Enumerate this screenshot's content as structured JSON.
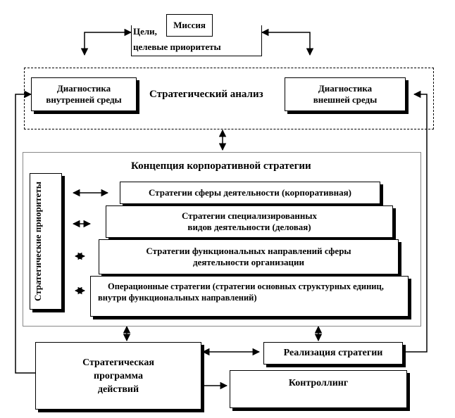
{
  "mission": "Миссия",
  "goals": {
    "line1": "Цели,",
    "line2": "целевые приоритеты"
  },
  "strategic_analysis": {
    "title": "Стратегический анализ",
    "internal": {
      "line1": "Диагностика",
      "line2": "внутренней среды"
    },
    "external": {
      "line1": "Диагностика",
      "line2": "внешней среды"
    }
  },
  "concept": {
    "title": "Концепция корпоративной стратегии",
    "priorities_vertical": "Стратегические приоритеты",
    "levels": [
      {
        "line1": "Стратегии сферы деятельности (корпоративная)",
        "line2": ""
      },
      {
        "line1": "Стратегии специализированных",
        "line2": "видов деятельности (деловая)"
      },
      {
        "line1": "Стратегии функциональных направлений сферы",
        "line2": "деятельности организации"
      },
      {
        "line1": "Операционные стратегии (стратегии основных структурных единиц,",
        "line2": "внутри функциональных направлений)"
      }
    ]
  },
  "program": {
    "line1": "Стратегическая",
    "line2": "программа",
    "line3": "действий"
  },
  "implementation": "Реализация стратегии",
  "controlling": "Контроллинг"
}
